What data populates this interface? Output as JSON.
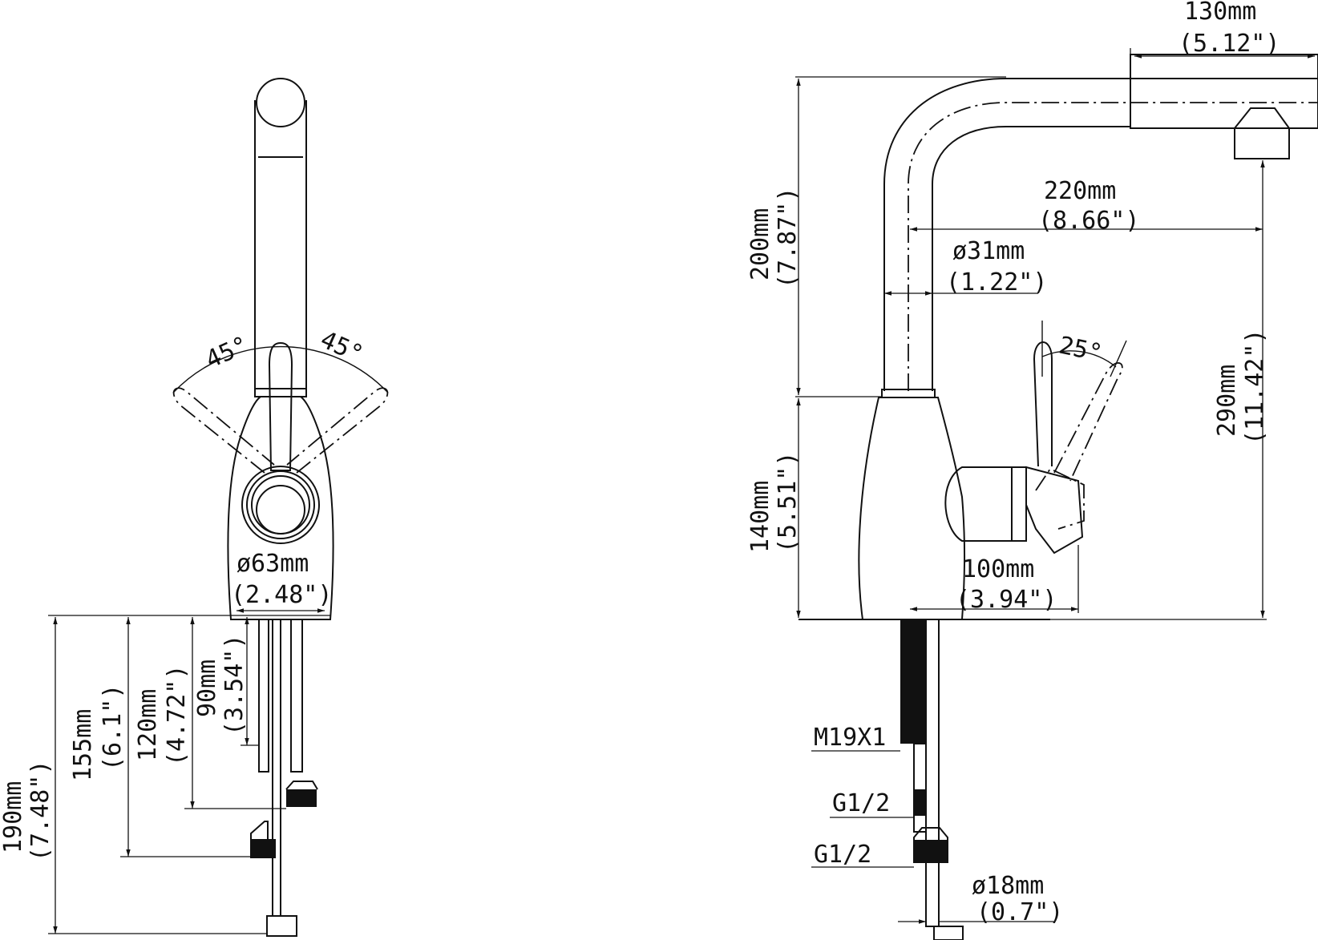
{
  "front_view": {
    "angle_left": "45°",
    "angle_right": "45°",
    "body_diameter": {
      "value": "ø63mm",
      "inch": "(2.48\")"
    },
    "dim_190": {
      "value": "190mm",
      "inch": "(7.48\")"
    },
    "dim_155": {
      "value": "155mm",
      "inch": "(6.1\")"
    },
    "dim_120": {
      "value": "120mm",
      "inch": "(4.72\")"
    },
    "dim_90": {
      "value": "90mm",
      "inch": "(3.54\")"
    }
  },
  "side_view": {
    "reach_130": {
      "value": "130mm",
      "inch": "(5.12\")"
    },
    "reach_220": {
      "value": "220mm",
      "inch": "(8.66\")"
    },
    "tube_diameter": {
      "value": "ø31mm",
      "inch": "(1.22\")"
    },
    "height_200": {
      "value": "200mm",
      "inch": "(7.87\")"
    },
    "height_140": {
      "value": "140mm",
      "inch": "(5.51\")"
    },
    "height_290": {
      "value": "290mm",
      "inch": "(11.42\")"
    },
    "handle_angle": "25°",
    "handle_reach": {
      "value": "100mm",
      "inch": "(3.94\")"
    },
    "thread_label": "M19X1",
    "hose_label_1": "G1/2",
    "hose_label_2": "G1/2",
    "rod_diameter": {
      "value": "ø18mm",
      "inch": "(0.7\")"
    }
  }
}
